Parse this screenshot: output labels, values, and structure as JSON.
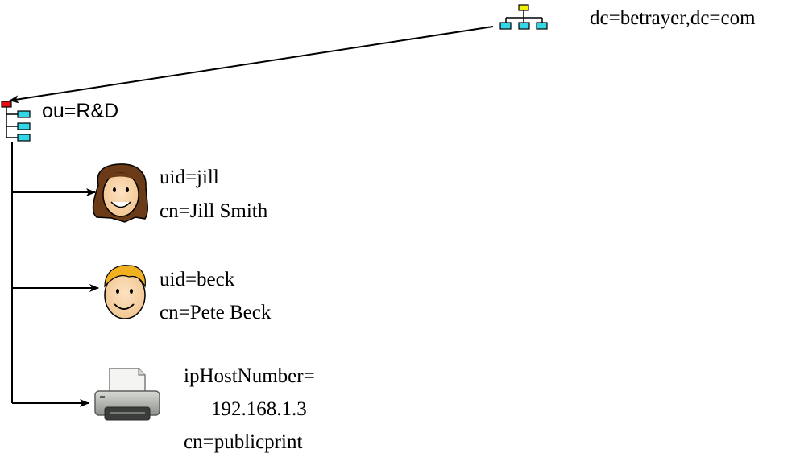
{
  "root": {
    "dn": "dc=betrayer,dc=com",
    "icon": "org-tree-icon"
  },
  "ou": {
    "dn": "ou=R&D",
    "icon": "ou-tree-icon"
  },
  "entries": [
    {
      "icon": "female-user-icon",
      "line1": "uid=jill",
      "line2": "cn=Jill Smith"
    },
    {
      "icon": "male-user-icon",
      "line1": "uid=beck",
      "line2": "cn=Pete Beck"
    },
    {
      "icon": "printer-icon",
      "line1": "ipHostNumber=",
      "line2": "192.168.1.3",
      "line3": "cn=publicprint"
    }
  ],
  "colors": {
    "node_yellow": "#f2f200",
    "node_cyan": "#32d6e6",
    "node_red": "#e01010"
  }
}
